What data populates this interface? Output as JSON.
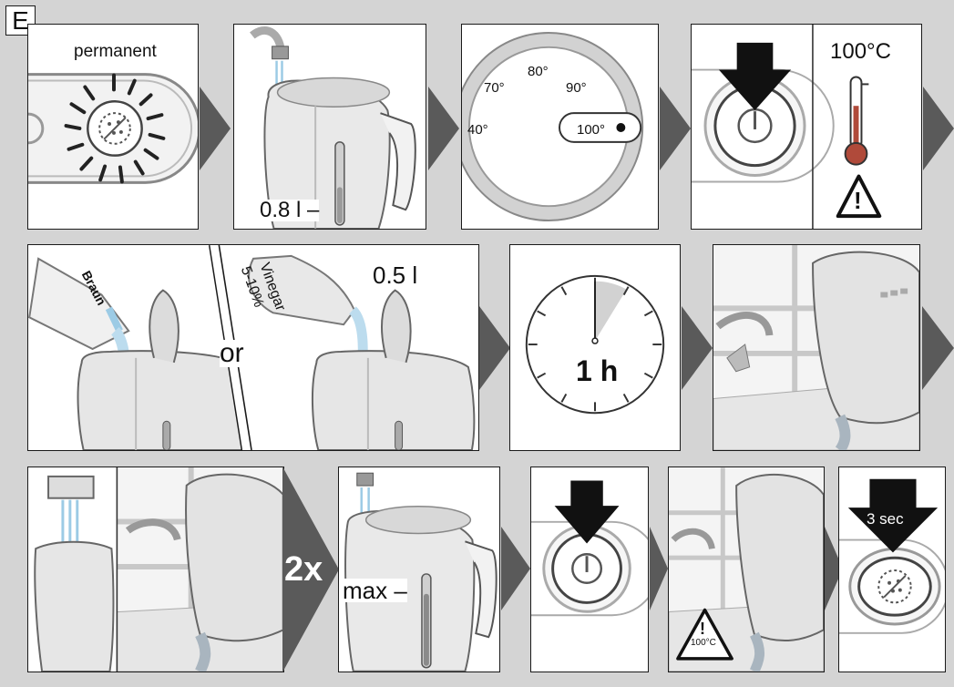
{
  "section_letter": "E",
  "row1": {
    "p1_label": "permanent",
    "p2_fill_label": "0.8 l –",
    "p3_dial": {
      "t40": "40°",
      "t70": "70°",
      "t80": "80°",
      "t90": "90°",
      "t100": "100°"
    },
    "p4_temp": "100°C",
    "p4_warning": "!"
  },
  "row2": {
    "bottle_brand": "Braun",
    "or_label": "or",
    "vinegar_line1": "Vinegar",
    "vinegar_line2": "5-10%",
    "vinegar_amount": "0.5 l",
    "timer_label": "1 h"
  },
  "row3": {
    "repeat_label": "2x",
    "max_label": "max –",
    "hot_temp": "100°C",
    "hot_warning": "!",
    "hold_label": "3 sec"
  },
  "colors": {
    "background": "#d4d4d4",
    "arrow": "#5a5a5a",
    "frame": "#1a1a1a"
  }
}
